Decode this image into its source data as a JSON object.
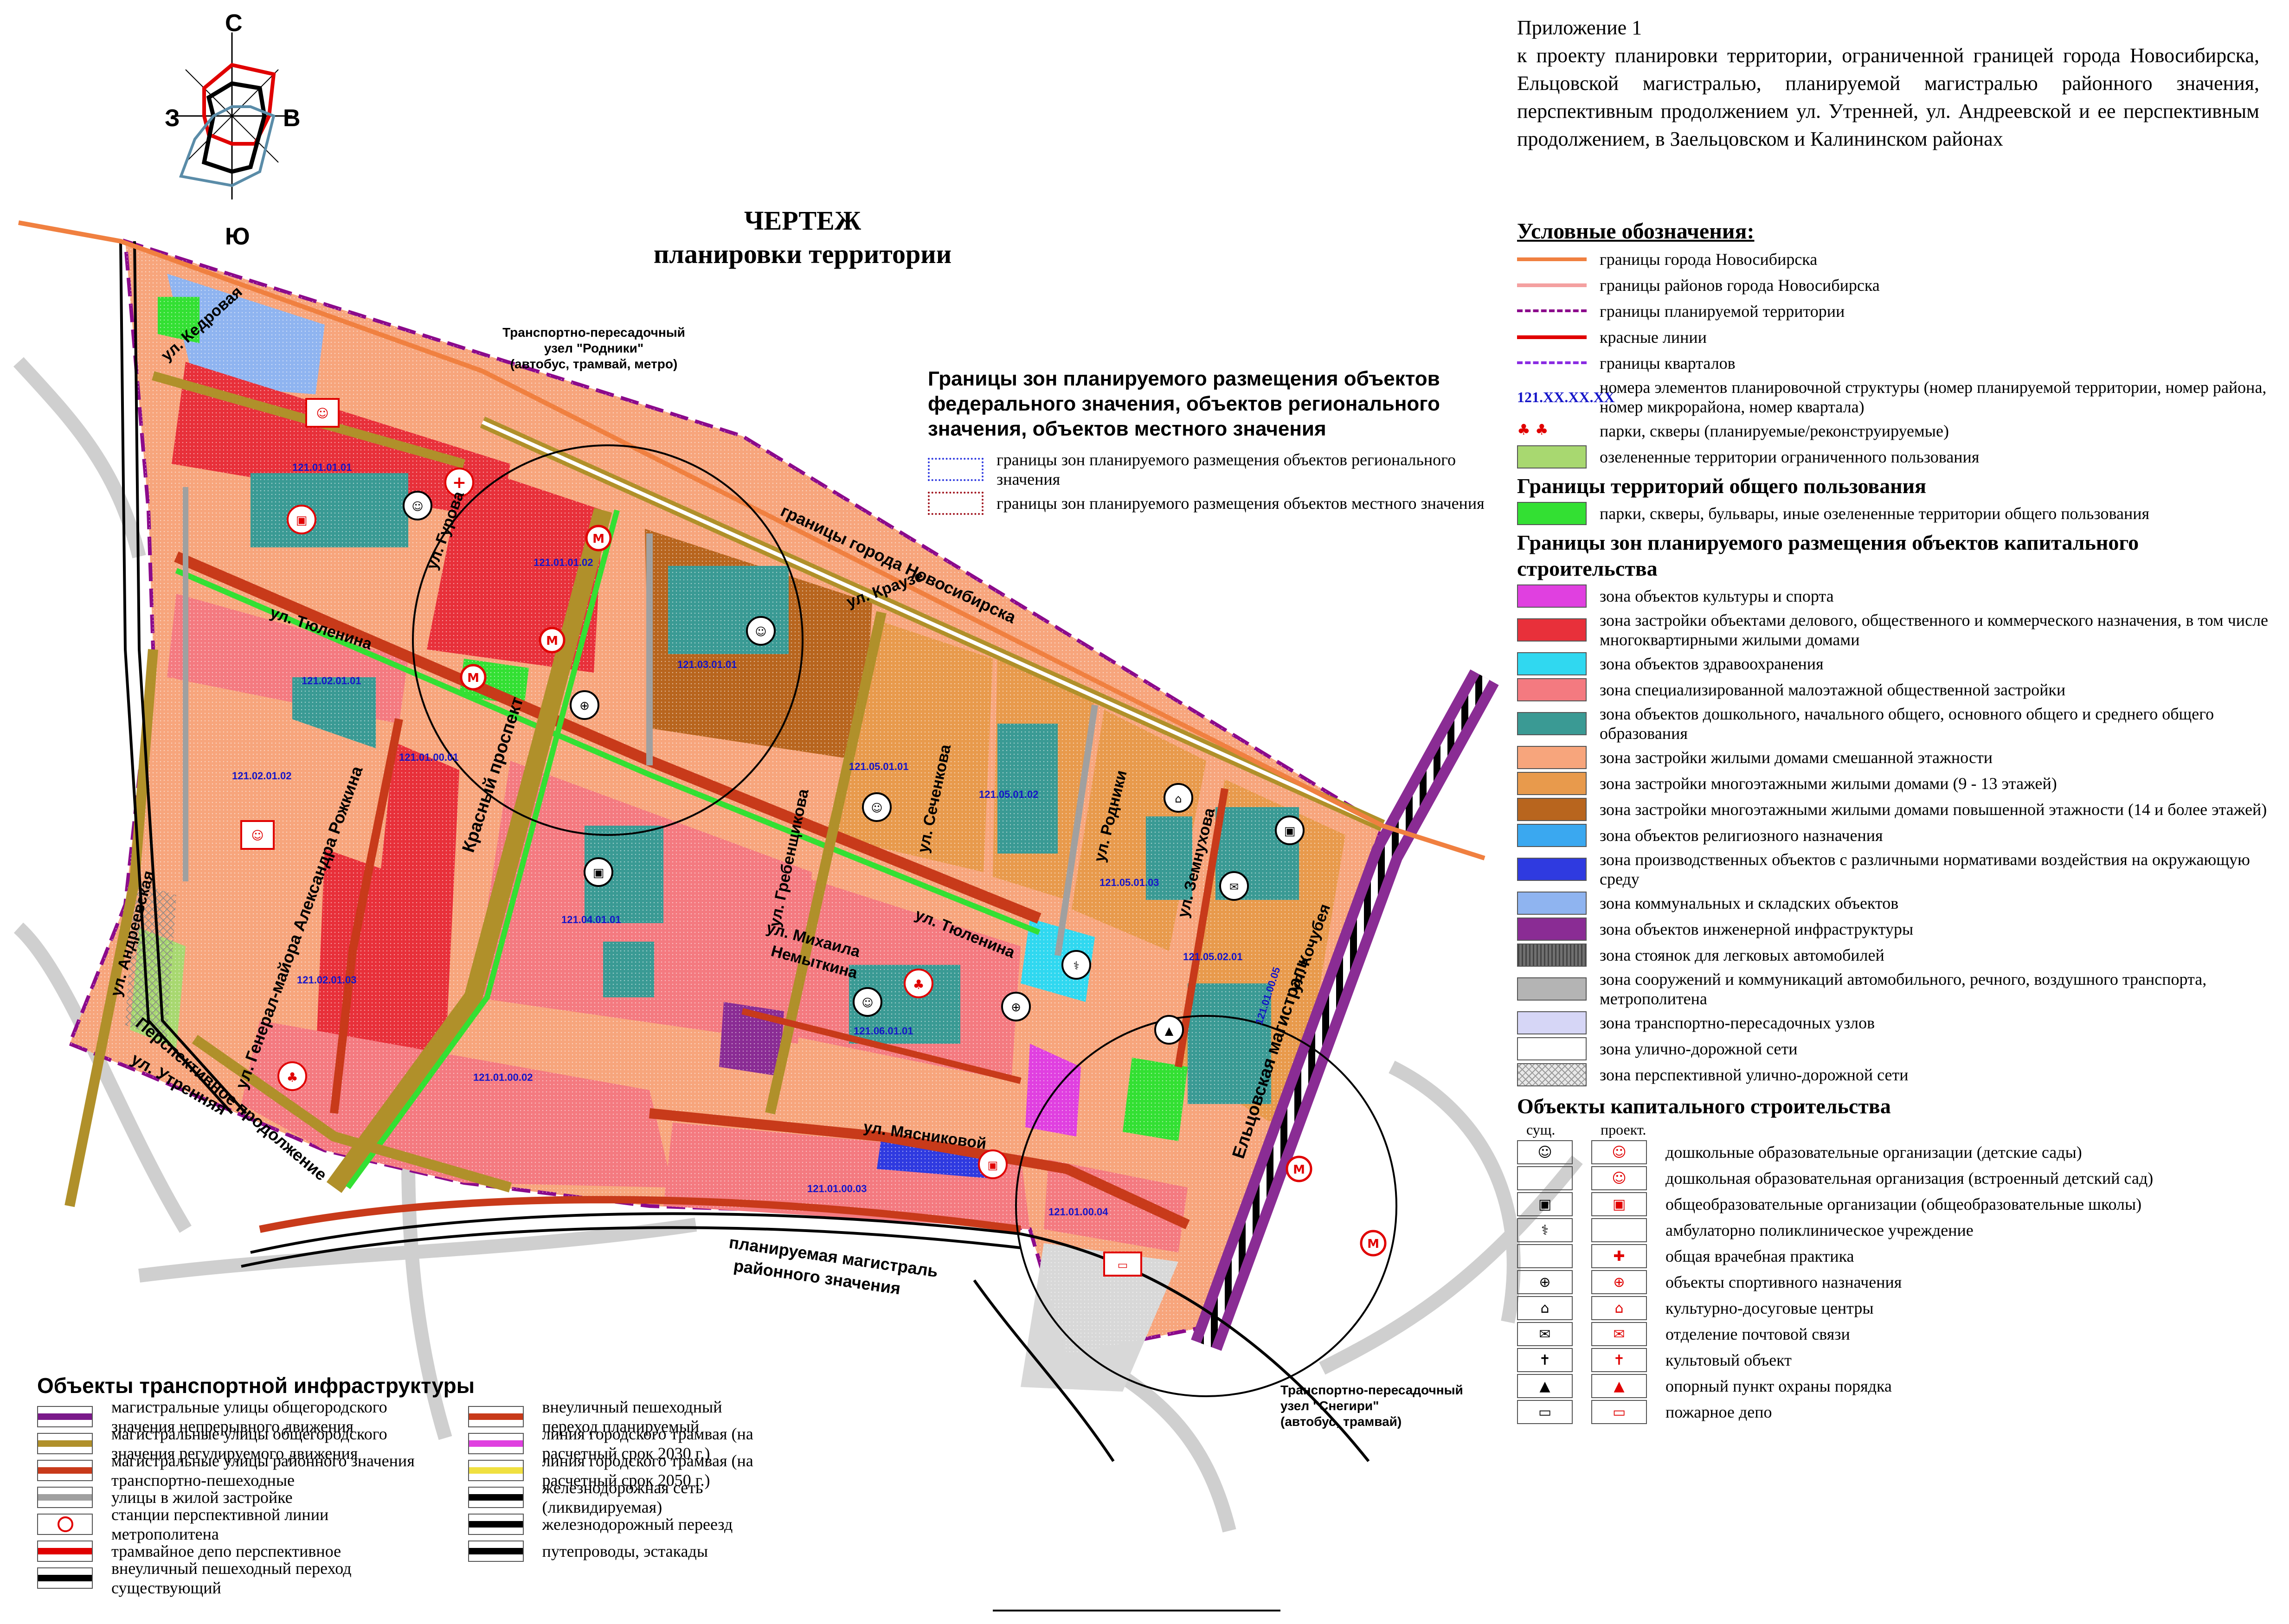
{
  "appendix": {
    "line1": "Приложение 1",
    "body": "к проекту планировки территории, ограниченной границей города Новосибирска, Ельцовской магистралью, планируемой магистралью районного значения, перспективным продолжением ул. Утренней, ул. Андреевской и ее перспективным продолжением, в Заельцовском и Калининском районах"
  },
  "title": {
    "line1": "ЧЕРТЕЖ",
    "line2": "планировки территории"
  },
  "wind_rose": {
    "north": "С",
    "south": "Ю",
    "west": "З",
    "east": "В"
  },
  "nodes": {
    "rodniki": {
      "line1": "Транспортно-пересадочный",
      "line2": "узел \"Родники\"",
      "line3": "(автобус, трамвай, метро)"
    },
    "snegiri": {
      "line1": "Транспортно-пересадочный",
      "line2": "узел \"Снегири\"",
      "line3": "(автобус, трамвай)"
    }
  },
  "streets": {
    "kedrovaya": "ул. Кедровая",
    "gurova": "ул. Гурова",
    "tyulenina1": "ул. Тюленина",
    "tyulenina2": "ул. Тюленина",
    "krause": "ул. Краузе",
    "city_border": "границы города Новосибирска",
    "krasny": "Красный проспект",
    "rozhkina": "ул. Генерал-майора Александра Рожкина",
    "andreevskaya": "ул. Андреевская",
    "utrennyaya1": "Перспективное продолжение",
    "utrennyaya2": "ул. Утренняя",
    "grebenshchikova": "ул. Гребенщикова",
    "sechenkova": "ул. Сеченкова",
    "rodniki": "ул. Родники",
    "zemnukhova": "ул. Земнухова",
    "kochubeya": "ул. Кочубея",
    "nemytkina1": "ул. Михаила",
    "nemytkina2": "Немыткина",
    "myasnikovoy": "ул. Мясниковой",
    "eltsovskaya": "Ельцовская магистраль",
    "planned1": "планируемая магистраль",
    "planned2": "районного значения"
  },
  "quarters": [
    "121.01.01.01",
    "121.01.01.02",
    "121.03.01.01",
    "121.02.01.01",
    "121.01.00.01",
    "121.02.01.02",
    "121.04.01.01",
    "121.05.01.01",
    "121.05.01.02",
    "121.05.01.03",
    "121.05.02.01",
    "121.01.00.05",
    "121.02.01.03",
    "121.06.01.01",
    "121.01.00.02",
    "121.01.00.03",
    "121.01.00.04"
  ],
  "federal_zones": {
    "title": "Границы зон планируемого размещения объектов федерального значения, объектов регионального значения, объектов местного значения",
    "regional": "границы зон планируемого размещения объектов регионального значения",
    "local": "границы зон планируемого размещения объектов местного значения"
  },
  "legend": {
    "heading": "Условные обозначения:",
    "lines": [
      {
        "label": "границы города Новосибирска",
        "color": "#f08040"
      },
      {
        "label": "границы районов города Новосибирска",
        "color": "#f4a0a0"
      },
      {
        "label": "границы планируемой территории",
        "color": "#8b0a8b"
      },
      {
        "label": "красные линии",
        "color": "#e00000"
      },
      {
        "label": "границы кварталов",
        "color": "#8a2be2"
      }
    ],
    "code_sample": "121.XX.XX.XX",
    "code_label": "номера элементов планировочной структуры (номер планируемой территории, номер района, номер микрорайона, номер квартала)",
    "parks_label": "парки, скверы (планируемые/реконструируемые)",
    "limited_green": "озелененные территории ограниченного пользования",
    "public_heading": "Границы территорий общего пользования",
    "public_parks": "парки, скверы, бульвары, иные озелененные территории общего пользования",
    "capital_heading": "Границы зон планируемого размещения объектов капитального строительства",
    "zones": [
      {
        "label": "зона объектов культуры и спорта",
        "color": "#e040e0"
      },
      {
        "label": "зона застройки объектами делового, общественного и коммерческого назначения, в том числе многоквартирными жилыми домами",
        "color": "#e8303a"
      },
      {
        "label": "зона объектов здравоохранения",
        "color": "#30d8f0"
      },
      {
        "label": "зона специализированной малоэтажной общественной застройки",
        "color": "#f47a80"
      },
      {
        "label": "зона объектов дошкольного, начального общего, основного общего и среднего общего образования",
        "color": "#3a9a94"
      },
      {
        "label": "зона застройки жилыми домами смешанной этажности",
        "color": "#f7a57c"
      },
      {
        "label": "зона застройки многоэтажными жилыми домами (9 - 13 этажей)",
        "color": "#e89a4c"
      },
      {
        "label": "зона застройки многоэтажными жилыми домами повышенной этажности (14 и более этажей)",
        "color": "#b8651e"
      },
      {
        "label": "зона объектов религиозного назначения",
        "color": "#3aa8f0"
      },
      {
        "label": "зона производственных объектов с различными нормативами воздействия на окружающую среду",
        "color": "#2f3ae0"
      },
      {
        "label": "зона коммунальных и складских объектов",
        "color": "#8fb4f0"
      },
      {
        "label": "зона объектов инженерной инфраструктуры",
        "color": "#8a2c94"
      },
      {
        "label": "зона стоянок для легковых автомобилей",
        "color": "#707070"
      },
      {
        "label": "зона сооружений и коммуникаций автомобильного, речного, воздушного транспорта, метрополитена",
        "color": "#b4b4b4"
      },
      {
        "label": "зона транспортно-пересадочных узлов",
        "color": "#d6d6f6"
      },
      {
        "label": "зона улично-дорожной сети",
        "color": "#ffffff"
      },
      {
        "label": "зона перспективной улично-дорожной сети",
        "color": "#e8e8e8"
      }
    ],
    "objects_heading": "Объекты капитального строительства",
    "col_existing": "сущ.",
    "col_planned": "проект.",
    "objects": [
      {
        "label": "дошкольные образовательные организации (детские сады)",
        "icon": "kindergarten-icon"
      },
      {
        "label": "дошкольная образовательная организация (встроенный детский сад)",
        "icon": "built-in-kindergarten-icon"
      },
      {
        "label": "общеобразовательные организации (общеобразовательные школы)",
        "icon": "school-icon"
      },
      {
        "label": "амбулаторно поликлиническое учреждение",
        "icon": "clinic-icon"
      },
      {
        "label": "общая врачебная практика",
        "icon": "medical-cross-icon"
      },
      {
        "label": "объекты спортивного назначения",
        "icon": "sport-icon"
      },
      {
        "label": "культурно-досуговые центры",
        "icon": "culture-icon"
      },
      {
        "label": "отделение почтовой связи",
        "icon": "post-icon"
      },
      {
        "label": "культовый объект",
        "icon": "church-icon"
      },
      {
        "label": "опорный пункт охраны порядка",
        "icon": "police-icon"
      },
      {
        "label": "пожарное депо",
        "icon": "fire-station-icon"
      }
    ]
  },
  "transport": {
    "heading": "Объекты транспортной инфраструктуры",
    "col1": [
      {
        "label": "магистральные улицы общегородского значения непрерывного движения",
        "color": "#7a1a8a"
      },
      {
        "label": "магистральные улицы общегородского значения регулируемого движения",
        "color": "#b0902a"
      },
      {
        "label": "магистральные улицы районного значения транспортно-пешеходные",
        "color": "#c83a1a"
      },
      {
        "label": "улицы в жилой застройке",
        "color": "#a0a0a0"
      },
      {
        "label": "станции перспективной линии метрополитена",
        "color": "#e00000"
      },
      {
        "label": "трамвайное депо перспективное",
        "color": "#e00000"
      },
      {
        "label": "внеуличный пешеходный переход существующий",
        "color": "#000000"
      }
    ],
    "col2": [
      {
        "label": "внеуличный пешеходный переход планируемый",
        "color": "#c83a1a"
      },
      {
        "label": "линия городского трамвая (на расчетный срок 2030 г.)",
        "color": "#e040e0"
      },
      {
        "label": "линия городского трамвая (на расчетный срок 2050 г.)",
        "color": "#f0e040"
      },
      {
        "label": "железнодорожная сеть (ликвидируемая)",
        "color": "#000000"
      },
      {
        "label": "железнодорожный переезд",
        "color": "#000000"
      },
      {
        "label": "путепроводы, эстакады",
        "color": "#000000"
      }
    ]
  }
}
